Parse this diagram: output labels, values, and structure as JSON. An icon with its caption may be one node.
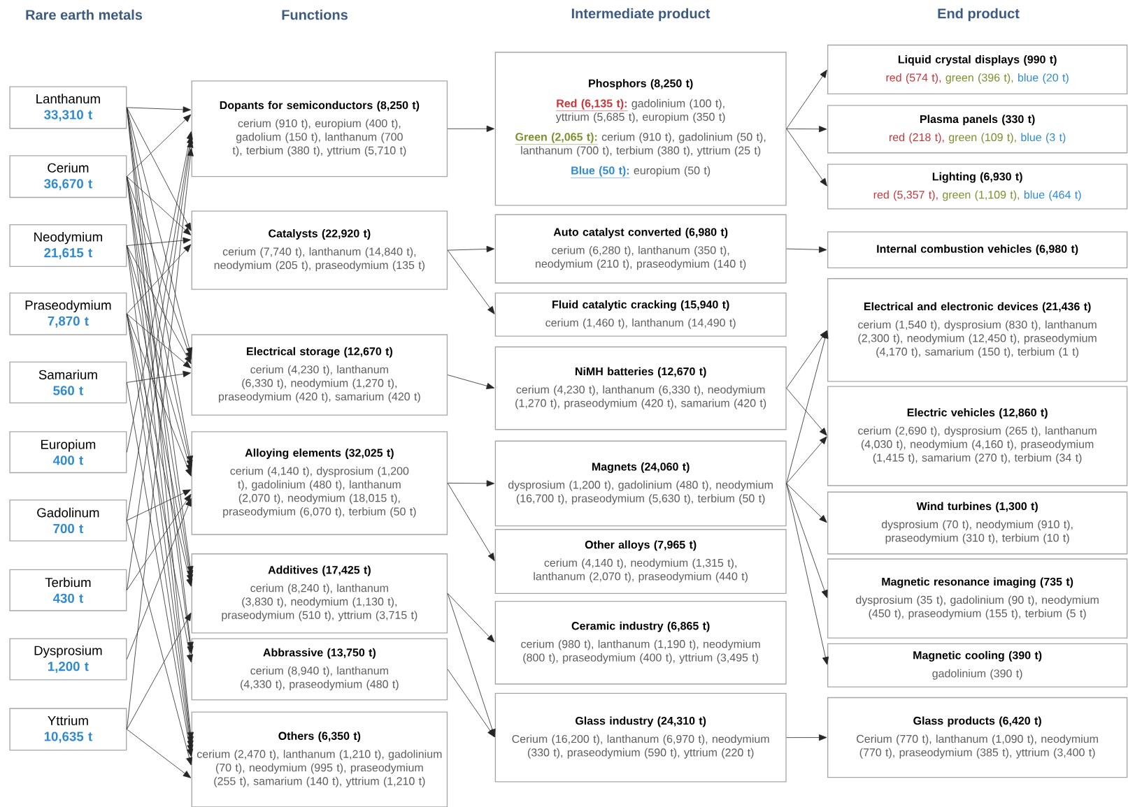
{
  "diagram": {
    "nodes": [
      {
        "text": [
          "Lanthanum",
          "33,310 t"
        ]
      },
      {
        "text": [
          "Cerium",
          "36,670 t"
        ]
      },
      {
        "text": [
          "Neodymium",
          "21,615 t"
        ]
      },
      {
        "text": [
          "Praseodymium",
          "7,870 t"
        ]
      },
      {
        "text": [
          "Samarium",
          "560 t"
        ]
      },
      {
        "text": [
          "Europium",
          "400 t"
        ]
      },
      {
        "text": [
          "Gadolinum",
          "700 t"
        ]
      },
      {
        "text": [
          "Terbium",
          "430 t"
        ]
      },
      {
        "text": [
          "Dysprosium",
          "1,200 t"
        ]
      },
      {
        "text": [
          "Yttrium",
          "10,635 t"
        ]
      },
      {
        "text": [
          "Dopants for semiconductors (8,250 t)",
          "cerium (910 t), europium (400 t), gadolium (150 t), lanthanum (700 t), terbium (380 t), yttrium (5,710 t)"
        ]
      },
      {
        "text": [
          "Catalysts (22,920 t)",
          "cerium (7,740 t), lanthanum (14,840 t), neodymium (205 t), praseodymium (135 t)"
        ]
      },
      {
        "text": [
          "Electrical storage (12,670 t)",
          "cerium (4,230 t), lanthanum (6,330 t), neodymium (1,270 t), praseodymium (420 t), samarium (420 t)"
        ]
      },
      {
        "text": [
          "Alloying elements (32,025 t)",
          "cerium (4,140 t), dysprosium (1,200 t), gadolinium (480 t), lanthanum (2,070 t), neodymium (18,015 t), praseodymium (6,070 t), terbium (50 t)"
        ]
      },
      {
        "text": [
          "Additives (17,425 t)",
          "cerium (8,240 t), lanthanum (3,830 t), neodymium (1,130 t), praseodymium (510 t), yttrium (3,715 t)"
        ]
      },
      {
        "text": [
          "Abbrassive (13,750 t)",
          "cerium (8,940 t), lanthanum (4,330 t), praseodymium (480 t)"
        ]
      },
      {
        "text": [
          "Others (6,350 t)",
          "cerium (2,470 t), lanthanum (1,210 t), gadolinium (70 t), neodymium (995 t), praseodymium (255 t), samarium (140 t), yttrium (1,210 t)"
        ]
      },
      {
        "text": [
          "Phosphors (8,250 t)",
          "Red (6,135 t):",
          "gadolinium (100 t), yttrium (5,685 t), europium (350 t)",
          "Green (2,065 t):",
          "cerium (910 t), gadolinium (50 t), lanthanum (700 t), terbium (380 t), yttrium (25 t)",
          "Blue (50 t):",
          "europium (50 t)"
        ]
      },
      {
        "text": [
          "Auto catalyst converted (6,980 t)",
          "cerium (6,280 t), lanthanum (350 t), neodymium (210 t), praseodymium (140 t)"
        ]
      },
      {
        "text": [
          "Fluid catalytic cracking (15,940 t)",
          "cerium (1,460 t), lanthanum (14,490 t)"
        ]
      },
      {
        "text": [
          "NiMH batteries (12,670 t)",
          "cerium (4,230 t), lanthanum (6,330 t), neodymium (1,270 t), praseodymium (420 t), samarium (420 t)"
        ]
      },
      {
        "text": [
          "Magnets (24,060 t)",
          "dysprosium (1,200 t), gadolinium (480 t), neodymium (16,700 t), praseodymium (5,630 t), terbium (50 t)"
        ]
      },
      {
        "text": [
          "Other alloys (7,965 t)",
          "cerium (4,140 t), neodymium (1,315 t), lanthanum (2,070 t), praseodymium (440 t)"
        ]
      },
      {
        "text": [
          "Ceramic industry (6,865 t)",
          "cerium (980 t), lanthanum (1,190 t), neodymium (800 t), praseodymium (400 t), yttrium (3,495 t)"
        ]
      },
      {
        "text": [
          "Glass industry (24,310 t)",
          "Cerium (16,200 t), lanthanum (6,970 t), neodymium (330 t), praseodymium (590 t), yttrium (220 t)"
        ]
      },
      {
        "text": [
          "Liquid crystal displays (990 t)",
          "red (574 t),",
          "green (396 t),",
          "blue (20 t)"
        ]
      },
      {
        "text": [
          "Plasma panels (330 t)",
          "red (218 t),",
          "green (109 t),",
          "blue (3 t)"
        ]
      },
      {
        "text": [
          "Lighting (6,930 t)",
          "red (5,357 t),",
          "green (1,109 t),",
          "blue (464 t)"
        ]
      },
      {
        "text": [
          "Internal combustion vehicles (6,980 t)"
        ]
      },
      {
        "text": [
          "Electrical and electronic devices (21,436 t)",
          "cerium (1,540 t), dysprosium (830 t), lanthanum (2,300 t), neodymium (12,450 t), praseodymium (4,170 t), samarium (150 t), terbium (1 t)"
        ]
      },
      {
        "text": [
          "Electric vehicles (12,860 t)",
          "cerium (2,690 t), dysprosium (265 t), lanthanum (4,030 t), neodymium (4,160 t), praseodymium (1,415 t), samarium (270 t), terbium (34 t)"
        ]
      },
      {
        "text": [
          "Wind turbines (1,300 t)",
          "dysprosium (70 t), neodymium (910 t), praseodymium (310 t), terbium (10 t)"
        ]
      },
      {
        "text": [
          "Magnetic resonance imaging (735 t)",
          "dysprosium (35 t), gadolinium (90 t), neodymium (450 t), praseodymium (155 t), terbium (5 t)"
        ]
      },
      {
        "text": [
          "Magnetic cooling (390 t)",
          "gadolinium (390 t)"
        ]
      },
      {
        "text": [
          "Glass products (6,420 t)",
          "Cerium (770 t), lanthanum (1,090 t), neodymium (770 t), praseodymium (385 t), yttrium (3,400 t)"
        ]
      }
    ],
    "edges": [
      {
        "from": 0,
        "to": 10,
        "arrow": "to"
      },
      {
        "from": 0,
        "to": 11,
        "arrow": "to"
      },
      {
        "from": 0,
        "to": 12,
        "arrow": "to"
      },
      {
        "from": 0,
        "to": 13,
        "arrow": "to"
      },
      {
        "from": 0,
        "to": 14,
        "arrow": "to"
      },
      {
        "from": 0,
        "to": 15,
        "arrow": "to"
      },
      {
        "from": 0,
        "to": 16,
        "arrow": "to"
      },
      {
        "from": 1,
        "to": 10,
        "arrow": "to"
      },
      {
        "from": 1,
        "to": 11,
        "arrow": "to"
      },
      {
        "from": 1,
        "to": 12,
        "arrow": "to"
      },
      {
        "from": 1,
        "to": 13,
        "arrow": "to"
      },
      {
        "from": 1,
        "to": 14,
        "arrow": "to"
      },
      {
        "from": 1,
        "to": 15,
        "arrow": "to"
      },
      {
        "from": 1,
        "to": 16,
        "arrow": "to"
      },
      {
        "from": 2,
        "to": 11,
        "arrow": "to"
      },
      {
        "from": 2,
        "to": 12,
        "arrow": "to"
      },
      {
        "from": 2,
        "to": 13,
        "arrow": "to"
      },
      {
        "from": 2,
        "to": 14,
        "arrow": "to"
      },
      {
        "from": 2,
        "to": 16,
        "arrow": "to"
      },
      {
        "from": 3,
        "to": 11,
        "arrow": "to"
      },
      {
        "from": 3,
        "to": 12,
        "arrow": "to"
      },
      {
        "from": 3,
        "to": 13,
        "arrow": "to"
      },
      {
        "from": 3,
        "to": 14,
        "arrow": "to"
      },
      {
        "from": 3,
        "to": 15,
        "arrow": "to"
      },
      {
        "from": 3,
        "to": 16,
        "arrow": "to"
      },
      {
        "from": 4,
        "to": 12,
        "arrow": "to"
      },
      {
        "from": 4,
        "to": 16,
        "arrow": "to"
      },
      {
        "from": 5,
        "to": 10,
        "arrow": "to"
      },
      {
        "from": 6,
        "to": 10,
        "arrow": "to"
      },
      {
        "from": 6,
        "to": 13,
        "arrow": "to"
      },
      {
        "from": 6,
        "to": 16,
        "arrow": "to"
      },
      {
        "from": 7,
        "to": 10,
        "arrow": "to"
      },
      {
        "from": 7,
        "to": 13,
        "arrow": "to"
      },
      {
        "from": 8,
        "to": 13,
        "arrow": "to"
      },
      {
        "from": 9,
        "to": 10,
        "arrow": "to"
      },
      {
        "from": 9,
        "to": 14,
        "arrow": "to"
      },
      {
        "from": 9,
        "to": 16,
        "arrow": "to"
      },
      {
        "from": 10,
        "to": 17,
        "arrow": "to"
      },
      {
        "from": 11,
        "to": 18,
        "arrow": "to"
      },
      {
        "from": 11,
        "to": 19,
        "arrow": "to"
      },
      {
        "from": 12,
        "to": 20,
        "arrow": "to"
      },
      {
        "from": 13,
        "to": 21,
        "arrow": "to"
      },
      {
        "from": 13,
        "to": 22,
        "arrow": "to"
      },
      {
        "from": 14,
        "to": 23,
        "arrow": "to"
      },
      {
        "from": 14,
        "to": 24,
        "arrow": "to"
      },
      {
        "from": 15,
        "to": 24,
        "arrow": "to"
      },
      {
        "from": 17,
        "to": 25,
        "arrow": "to"
      },
      {
        "from": 17,
        "to": 26,
        "arrow": "to"
      },
      {
        "from": 17,
        "to": 27,
        "arrow": "to"
      },
      {
        "from": 18,
        "to": 28,
        "arrow": "to"
      },
      {
        "from": 20,
        "to": 29,
        "arrow": "to"
      },
      {
        "from": 20,
        "to": 30,
        "arrow": "to"
      },
      {
        "from": 21,
        "to": 29,
        "arrow": "to"
      },
      {
        "from": 21,
        "to": 30,
        "arrow": "to"
      },
      {
        "from": 21,
        "to": 31,
        "arrow": "to"
      },
      {
        "from": 21,
        "to": 32,
        "arrow": "to"
      },
      {
        "from": 21,
        "to": 33,
        "arrow": "to"
      },
      {
        "from": 24,
        "to": 34,
        "arrow": "to"
      }
    ],
    "labels": [
      "Rare earth metals",
      "Functions",
      "Intermediate product",
      "End product"
    ]
  }
}
